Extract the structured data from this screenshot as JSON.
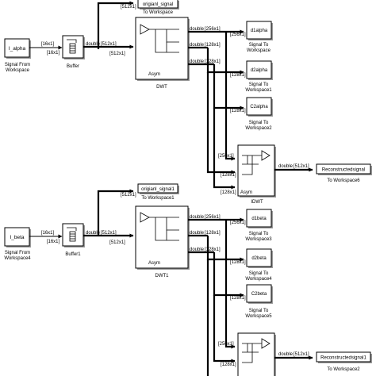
{
  "group1": {
    "src_var": "I_alpha",
    "src_caption_1": "Signal From",
    "src_caption_2": "Workspace",
    "buffer_caption": "Buffer",
    "sig_in_a": "[16x1]",
    "sig_in_b": "[16x1]",
    "buf_out_type": "double",
    "buf_out_dim": "[512x1]",
    "dwt_in_dim": "[512x1]",
    "top_sink_dim": "[512x1]",
    "top_sink_var": "origianl_signal",
    "top_sink_caption": "To Workspace",
    "dwt_caption": "DWT",
    "dwt_label": "Asym",
    "dwt_out": [
      {
        "type": "double",
        "dim": "[256x1]"
      },
      {
        "type": "double",
        "dim": "[128x1]"
      },
      {
        "type": "double",
        "dim": "[128x1]"
      }
    ],
    "sinks": [
      {
        "dim": "[256x1]",
        "var": "d1alpha",
        "cap1": "Signal To",
        "cap2": "Workspace"
      },
      {
        "dim": "[128x1]",
        "var": "d2alpha",
        "cap1": "Signal To",
        "cap2": "Workspace1"
      },
      {
        "dim": "[128x1]",
        "var": "C2alpha",
        "cap1": "Signal To",
        "cap2": "Workspace2"
      }
    ],
    "idwt_in": [
      "[256x1]",
      "[128x1]",
      "[128x1]"
    ],
    "idwt_caption": "IDWT",
    "idwt_label": "Asym",
    "idwt_out_type": "double",
    "idwt_out_dim": "[512x1]",
    "rec_var": "Reconstructedsignal",
    "rec_caption": "To Workspace6"
  },
  "group2": {
    "src_var": "I_beta",
    "src_caption_1": "Signal From",
    "src_caption_2": "Workspace4",
    "buffer_caption": "Buffer1",
    "sig_in_a": "[16x1]",
    "sig_in_b": "[16x1]",
    "buf_out_type": "double",
    "buf_out_dim": "[512x1]",
    "dwt_in_dim": "[512x1]",
    "top_sink_dim": "[512x1]",
    "top_sink_var": "origianl_signal1",
    "top_sink_caption": "To Workspace1",
    "dwt_caption": "DWT1",
    "dwt_label": "Asym",
    "dwt_out": [
      {
        "type": "double",
        "dim": "[256x1]"
      },
      {
        "type": "double",
        "dim": "[128x1]"
      },
      {
        "type": "double",
        "dim": "[128x1]"
      }
    ],
    "sinks": [
      {
        "dim": "[256x1]",
        "var": "d1beta",
        "cap1": "Signal To",
        "cap2": "Workspace3"
      },
      {
        "dim": "[128x1]",
        "var": "d2beta",
        "cap1": "Signal To",
        "cap2": "Workspace4"
      },
      {
        "dim": "[128x1]",
        "var": "C2beta",
        "cap1": "Signal To",
        "cap2": "Workspace5"
      }
    ],
    "idwt_in": [
      "[256x1]",
      "[128x1]"
    ],
    "idwt_out_type": "double",
    "idwt_out_dim": "[512x1]",
    "rec_var": "Reconstructedsignal1",
    "rec_caption": "To Workspace2"
  },
  "colors": {
    "line": "#000000",
    "shadow": "#9a9a9a",
    "background": "#ffffff"
  }
}
